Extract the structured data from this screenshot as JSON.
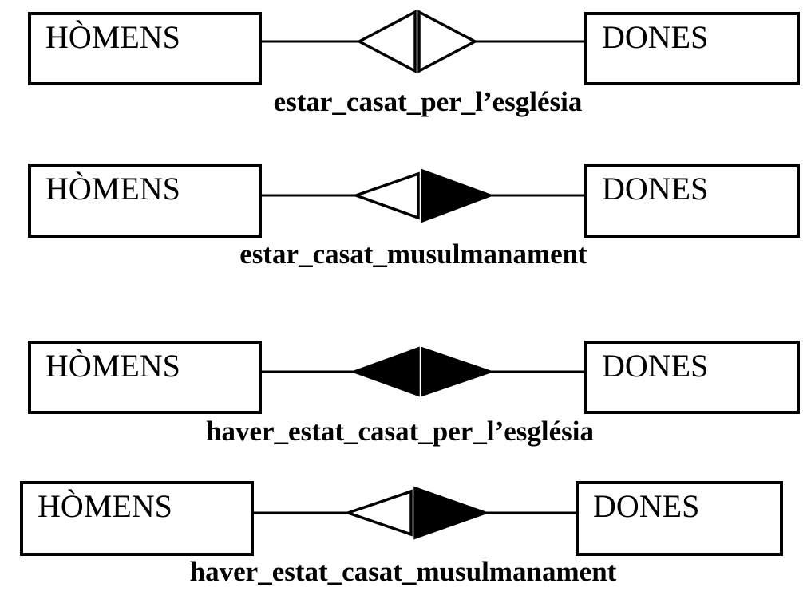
{
  "diagram": {
    "entity_left_label": "HÒMENS",
    "entity_right_label": "DONES",
    "stroke_color": "#000000",
    "background_color": "#ffffff",
    "rows": [
      {
        "caption": "estar_casat_per_l’església",
        "left_triangle_fill": "#ffffff",
        "right_triangle_fill": "#ffffff"
      },
      {
        "caption": "estar_casat_musulmanament",
        "left_triangle_fill": "#ffffff",
        "right_triangle_fill": "#000000"
      },
      {
        "caption": "haver_estat_casat_per_l’església",
        "left_triangle_fill": "#000000",
        "right_triangle_fill": "#000000"
      },
      {
        "caption": "haver_estat_casat_musulmanament",
        "left_triangle_fill": "#ffffff",
        "right_triangle_fill": "#000000"
      }
    ]
  }
}
